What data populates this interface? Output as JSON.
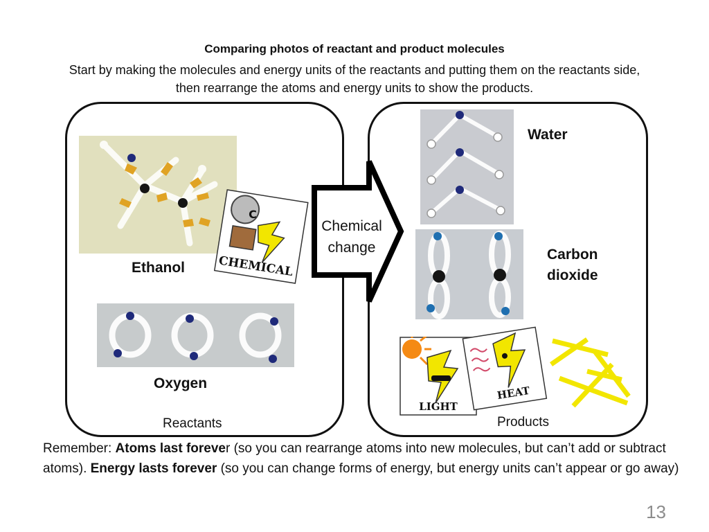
{
  "heading": {
    "title": "Comparing photos of reactant and product molecules",
    "intro": "Start by making the molecules and energy units of the reactants and putting them on the reactants side, then rearrange the atoms and energy units to show the products."
  },
  "reactants": {
    "ethanol_label": "Ethanol",
    "oxygen_label": "Oxygen",
    "caption": "Reactants",
    "chemical_card_text": "CHEMICAL",
    "chemical_card_letter": "C"
  },
  "arrow": {
    "line1": "Chemical",
    "line2": "change"
  },
  "products": {
    "water_label": "Water",
    "co2_line1": "Carbon",
    "co2_line2": "dioxide",
    "caption": "Products",
    "light_card_text": "LIGHT",
    "heat_card_text": "HEAT"
  },
  "remember": {
    "prefix": "Remember: ",
    "bold1": "Atoms last foreve",
    "rest1": "r (so you can rearrange atoms into new molecules, but can’t add or subtract atoms). ",
    "bold2": "Energy lasts forever",
    "rest2": " (so you can change forms of energy, but energy units can’t appear or go away)"
  },
  "page_number": "13",
  "colors": {
    "oxygen_atom": "#1f2a7a",
    "carbon_atom": "#151515",
    "bond_yellow": "#e0a324",
    "energy_yellow": "#f2e600",
    "light_orange": "#f58a14"
  }
}
